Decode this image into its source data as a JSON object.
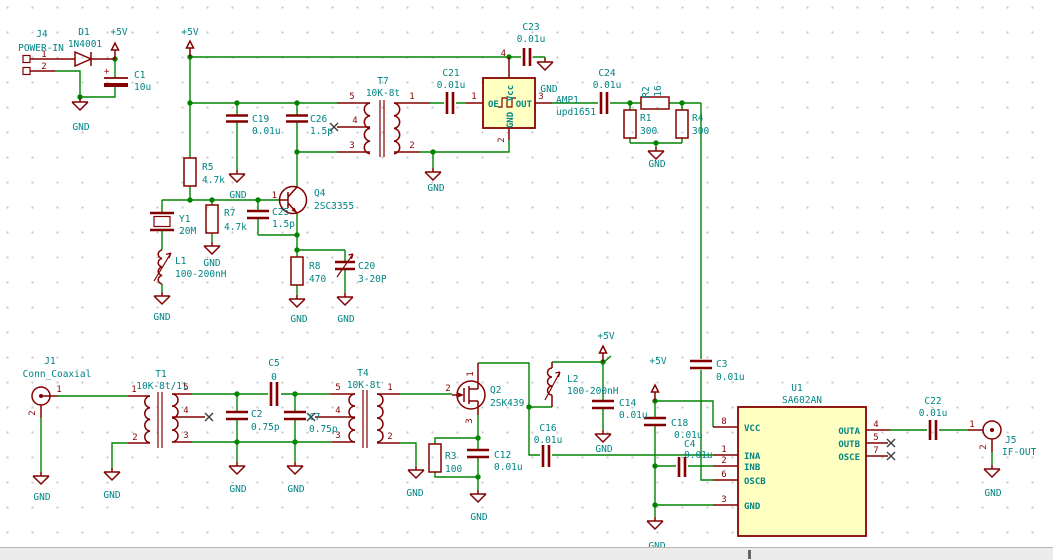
{
  "nets": {
    "p5v": "+5V",
    "gnd": "GND"
  },
  "colors": {
    "wire": "#008400",
    "symbol": "#840000",
    "label": "#008484",
    "ic_fill": "#FFFFC2",
    "background": "#FFFFFF"
  },
  "components": {
    "J4": {
      "ref": "J4",
      "value": "POWER-IN",
      "p1": "1",
      "p2": "2"
    },
    "D1": {
      "ref": "D1",
      "value": "1N4001"
    },
    "C1": {
      "ref": "C1",
      "value": "10u",
      "plus": "+"
    },
    "R5": {
      "ref": "R5",
      "value": "4.7k"
    },
    "C19": {
      "ref": "C19",
      "value": "0.01u"
    },
    "C26": {
      "ref": "C26",
      "value": "1.5p"
    },
    "T7": {
      "ref": "T7",
      "value": "10K-8t",
      "p1": "1",
      "p2": "2",
      "p3": "3",
      "p4": "4",
      "p5": "5"
    },
    "C21": {
      "ref": "C21",
      "value": "0.01u"
    },
    "C23": {
      "ref": "C23",
      "value": "0.01u"
    },
    "AMP1": {
      "ref": "AMP1",
      "value": "upd1651",
      "oe": "OE",
      "out": "OUT",
      "vcc": "Vcc",
      "gnd": "GND",
      "p1": "1",
      "p2": "2",
      "p3": "3",
      "p4": "4"
    },
    "C24": {
      "ref": "C24",
      "value": "0.01u"
    },
    "R2": {
      "ref": "R2",
      "value": "16"
    },
    "R1": {
      "ref": "R1",
      "value": "300"
    },
    "R4": {
      "ref": "R4",
      "value": "300"
    },
    "C3": {
      "ref": "C3",
      "value": "0.01u"
    },
    "Y1": {
      "ref": "Y1",
      "value": "20M"
    },
    "R7": {
      "ref": "R7",
      "value": "4.7k"
    },
    "L1": {
      "ref": "L1",
      "value": "100-200nH"
    },
    "Q4": {
      "ref": "Q4",
      "value": "2SC3355",
      "p1": "1"
    },
    "C25": {
      "ref": "C25",
      "value": "1.5p"
    },
    "R8": {
      "ref": "R8",
      "value": "470"
    },
    "C20": {
      "ref": "C20",
      "value": "3-20P"
    },
    "J1": {
      "ref": "J1",
      "value": "Conn_Coaxial",
      "p1": "1",
      "p2": "2"
    },
    "T1": {
      "ref": "T1",
      "value": "10K-8t/1t",
      "p1": "1",
      "p2": "2",
      "p3": "3",
      "p4": "4",
      "p5": "5"
    },
    "C2": {
      "ref": "C2",
      "value": "0.75p"
    },
    "C5": {
      "ref": "C5",
      "value": "0"
    },
    "C7": {
      "ref": "C7",
      "value": "0.75p"
    },
    "T4": {
      "ref": "T4",
      "value": "10K-8t",
      "p1": "1",
      "p2": "2",
      "p3": "3",
      "p4": "4",
      "p5": "5"
    },
    "Q2": {
      "ref": "Q2",
      "value": "2SK439",
      "p1": "1",
      "p2": "2",
      "p3": "3"
    },
    "R3": {
      "ref": "R3",
      "value": "100"
    },
    "C12": {
      "ref": "C12",
      "value": "0.01u"
    },
    "L2": {
      "ref": "L2",
      "value": "100-200nH"
    },
    "C14": {
      "ref": "C14",
      "value": "0.01u"
    },
    "C16": {
      "ref": "C16",
      "value": "0.01u"
    },
    "C18": {
      "ref": "C18",
      "value": "0.01u"
    },
    "C4": {
      "ref": "C4",
      "value": "0.01u"
    },
    "C3b": {
      "ref": "C3",
      "value": "0.01u"
    },
    "U1": {
      "ref": "U1",
      "value": "SA602AN",
      "pins": {
        "vcc": "VCC",
        "ina": "INA",
        "inb": "INB",
        "oscb": "OSCB",
        "gnd": "GND",
        "outa": "OUTA",
        "outb": "OUTB",
        "osce": "OSCE"
      },
      "nums": {
        "n1": "1",
        "n2": "2",
        "n3": "3",
        "n4": "4",
        "n5": "5",
        "n6": "6",
        "n7": "7",
        "n8": "8"
      }
    },
    "C22": {
      "ref": "C22",
      "value": "0.01u"
    },
    "J5": {
      "ref": "J5",
      "value": "IF-OUT",
      "p1": "1",
      "p2": "2"
    }
  }
}
